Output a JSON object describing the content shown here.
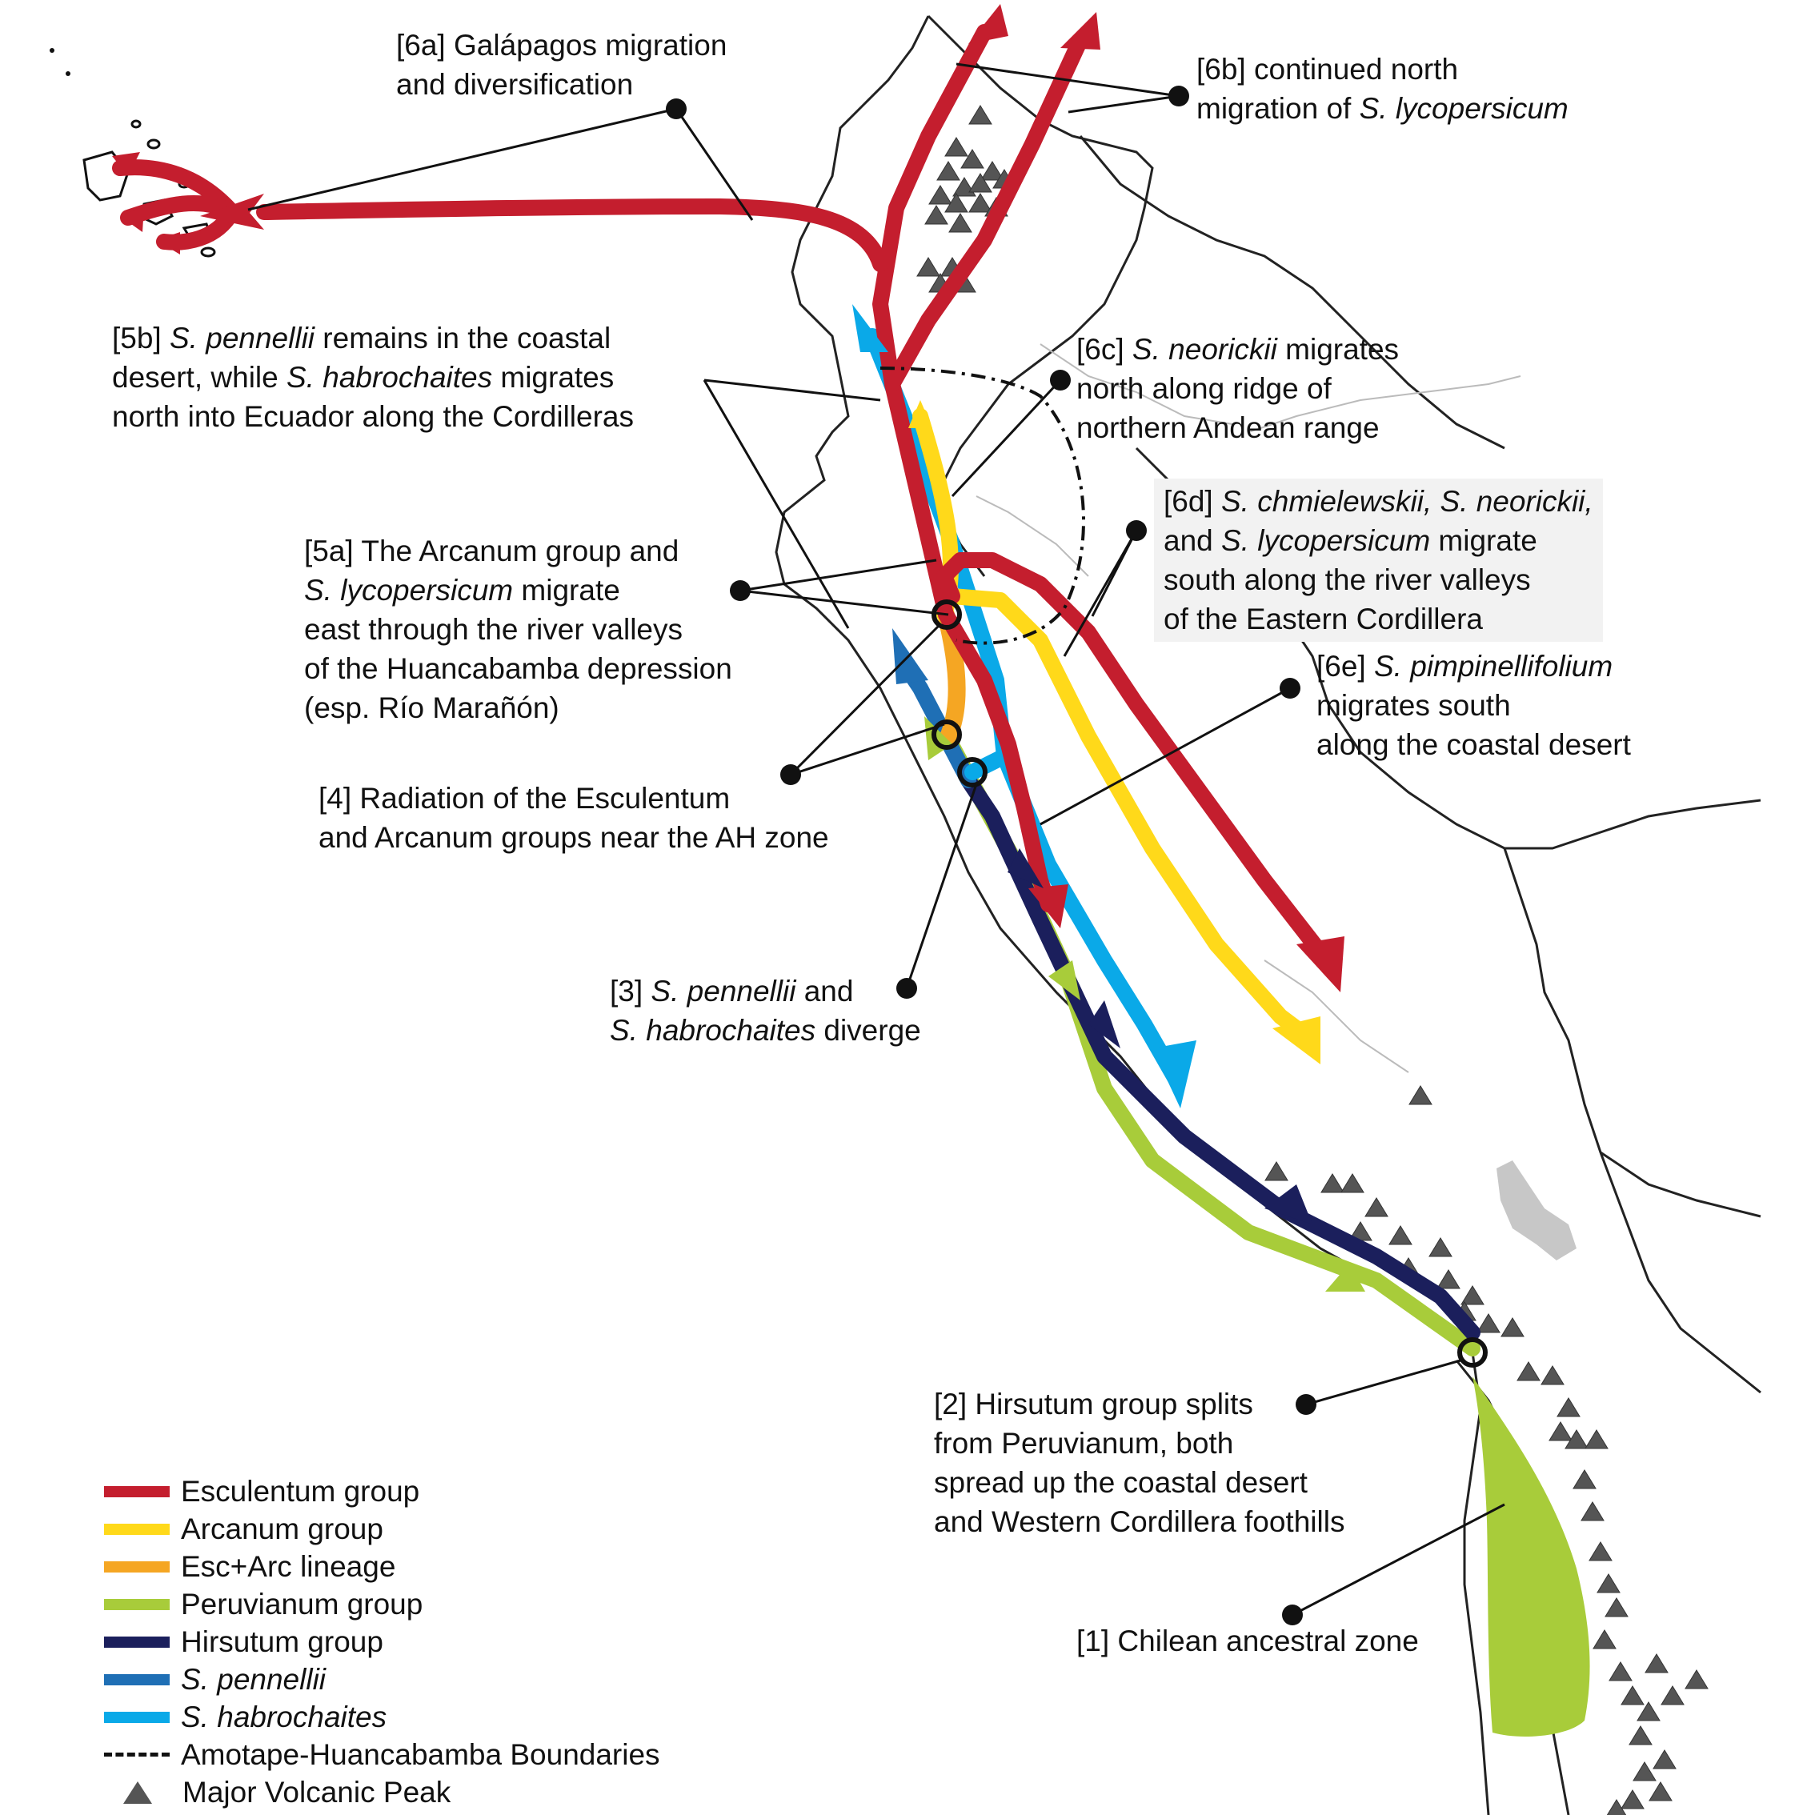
{
  "colors": {
    "esculentum": "#c41e2e",
    "arcanum": "#ffd91a",
    "esc_arc": "#f5a623",
    "peruvianum": "#a8cc3a",
    "hirsutum": "#1b1f5c",
    "pennellii": "#1f6fb5",
    "habrochaites": "#0aa9e8",
    "volcano": "#555555",
    "border": "#222222"
  },
  "labels": {
    "l6a": {
      "tag": "[6a]",
      "line1": "Galápagos migration",
      "line2": "and diversification"
    },
    "l6b": {
      "tag": "[6b]",
      "line1": "continued north",
      "line2_pre": "migration of ",
      "line2_it": "S. lycopersicum"
    },
    "l5b": {
      "tag": "[5b]",
      "it1": "S. pennellii",
      "line1": " remains in the coastal",
      "line2_pre": "desert, while ",
      "it2": "S. habrochaites",
      "line2": " migrates",
      "line3": "north into Ecuador along the Cordilleras"
    },
    "l6c": {
      "tag": "[6c]",
      "it1": "S. neorickii",
      "line1": " migrates",
      "line2": "north along ridge of",
      "line3": "northern Andean range"
    },
    "l6d": {
      "tag": "[6d]",
      "it1": "S. chmielewskii, S. neorickii,",
      "line2_pre": "and ",
      "it2": "S. lycopersicum",
      "line2": " migrate",
      "line3": "south along the river valleys",
      "line4": "of the Eastern Cordillera"
    },
    "l5a": {
      "tag": "[5a]",
      "line1": "The Arcanum group and",
      "it1": "S. lycopersicum",
      "line2": " migrate",
      "line3": "east through the river valleys",
      "line4": "of the Huancabamba depression",
      "line5": "(esp. Río Marañón)"
    },
    "l6e": {
      "tag": "[6e]",
      "it1": "S. pimpinellifolium",
      "line2": "migrates south",
      "line3": "along the coastal desert"
    },
    "l4": {
      "tag": "[4]",
      "line1": "Radiation of the Esculentum",
      "line2": "and Arcanum groups near the AH zone"
    },
    "l3": {
      "tag": "[3]",
      "it1": "S. pennellii",
      "line1": " and",
      "it2": "S. habrochaites",
      "line2": " diverge"
    },
    "l2": {
      "tag": "[2]",
      "line1": "Hirsutum group splits",
      "line2": "from Peruvianum, both",
      "line3": "spread up the coastal desert",
      "line4": "and Western Cordillera foothills"
    },
    "l1": {
      "tag": "[1]",
      "line1": "Chilean ancestral zone"
    }
  },
  "legend": [
    {
      "label": "Esculentum group",
      "color": "#c41e2e",
      "italic": false
    },
    {
      "label": "Arcanum group",
      "color": "#ffd91a",
      "italic": false
    },
    {
      "label": "Esc+Arc lineage",
      "color": "#f5a623",
      "italic": false
    },
    {
      "label": "Peruvianum group",
      "color": "#a8cc3a",
      "italic": false
    },
    {
      "label": "Hirsutum group",
      "color": "#1b1f5c",
      "italic": false
    },
    {
      "label": "S. pennellii",
      "color": "#1f6fb5",
      "italic": true
    },
    {
      "label": "S. habrochaites",
      "color": "#0aa9e8",
      "italic": true
    },
    {
      "label": "Amotape-Huancabamba Boundaries",
      "color": "#111111",
      "italic": false,
      "style": "dash"
    },
    {
      "label": "Major Volcanic Peak",
      "color": "#555555",
      "italic": false,
      "style": "triangle"
    }
  ]
}
